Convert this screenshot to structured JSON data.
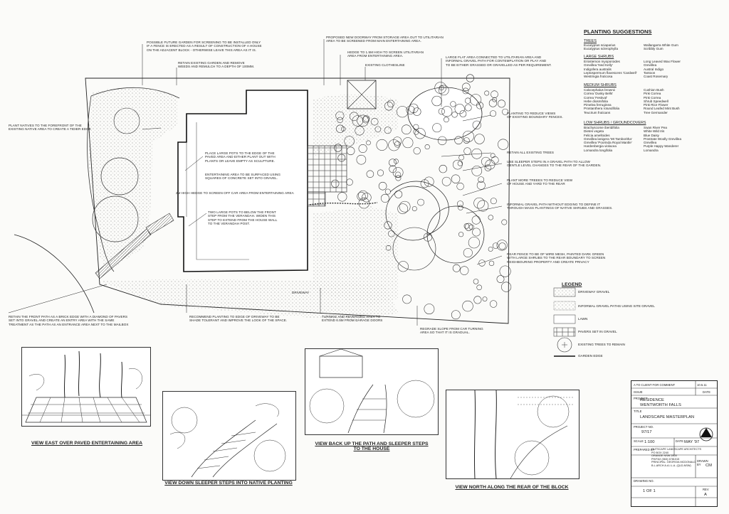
{
  "notes": {
    "future_screening": "POSSIBLE FUTURE GARDEN FOR SCREENING TO BE INSTALLED ONLY\nIF A FENCE IS ERECTED AS A RESULT OF CONSTRUCTION OF A HOUSE\nON THE ADJACENT BLOCK - OTHERWISE LEAVE THIS AREA AS IT IS.",
    "retain_garden": "RETAIN EXISTING GARDEN AND REMOVE\nWEEDS AND REMULCH TO A DEPTH OF 100mm.",
    "new_doorway": "PROPOSED NEW DOORWAY FROM STORAGE AREA OUT TO UTILITARIAN\nAREA TO BE SCREENED FROM MAIN ENTERTAINING AREA.",
    "hedge_15": "HEDGE TO 1.5m HIGH TO SCREEN UTILITARIAN\nAREA FROM ENTERTAINING AREA.",
    "clothesline": "EXISTING CLOTHESLINE",
    "large_flat": "LARGE FLAT AREA CONNECTED TO UTILITARIAN AREA AND\nINFORMAL GRAVEL PATH FOR CONTEMPLATION OR PLAY AND\nTO BE EITHER GRASSED OR GRAVELLED AS PER REQUIREMENT.",
    "plant_natives": "PLANT NATIVES TO THE FOREFRONT OF THE\nEXISTING NATIVE AREA TO CREATE A TIDIER EDGE",
    "planting_reduce": "PLANTING TO REDUCE VIEWS\nOF EXISTING BOUNDARY FENCES.",
    "large_pots": "PLACE LARGE POTS TO THE EDGE OF THE\nPAVED AREA AND EITHER PLANT OUT WITH\nPLANTS OR LEAVE EMPTY AS SCULPTURE.",
    "entertaining": "ENTERTAINING AREA TO BE SURFACED USING\nSQUARES OF CONCRETE SET INTO GRAVEL.",
    "hedge_2m": "2m HIGH HEDGE TO SCREEN OFF CAR AREA FROM ENTERTAINING AREA",
    "retain_trees": "RETAIN ALL EXISTING TREES",
    "sleeper_steps": "USE SLEEPER STEPS IN A GRAVEL PATH TO ALLOW\nGENTLE LEVEL CHANGES TO THE REAR OF THE GARDEN.",
    "more_trees": "PLANT MORE TREEES TO REDUCE VIEW\nOF HOUSE AND YARD TO THE REAR",
    "two_pots": "TWO LARGE POTS TO BELOW THE FRONT\nSTEP FROM THE VERANDAH.  WIDEN THIS\nSTEP TO EXTEND FROM THE HOUSE WALL\nTO THE VERANDAH POST.",
    "informal_path": "INFORMAL GRAVEL PATH WITHOUT EDGING TO DEFINE IT\nTHROUGH MASS PLANTINGS OF NATIVE SHRUBS AND GRASSES.",
    "rear_fence": "REAR FENCE TO BE OF WIRE MESH, PAINTED DARK GREEN\nWITH LARGE SHRUBS TO THE REAR BOUNDARY TO SCREEN\nNEIGHBOURING PROPERTY AND CREATE PRIVACY",
    "driveway": "DRIVEWAY",
    "front_path": "RETAIN THE FRONT PATH AS A BRICK EDGE WITH A DIAMOND OF PAVERS\nSET INTO GRAVEL AND CREATE AN ENTRY AREA WITH THE SAME\nTREATMENT AS THE PATH AS AN ENTRANCE AREA NEXT TO THE MAILBOX",
    "recommend": "RECOMMEND PLANTING TO EDGE OF DRIVEWAY TO BE\nSHADE TOLERANT AND IMPROVE THE LOOK OF THE SPACE.",
    "turning": "TURNING AND REVERSING AREA TO\nEXTEND 6.5m FROM GARAGE DOORS",
    "regrade": "REGRADE SLOPE FROM CAR TURNING\nAREA SO THAT IT IS GRADUAL."
  },
  "planting": {
    "title": "PLANTING SUGGESTIONS",
    "sections": [
      {
        "name": "TREES",
        "left": "Eucalyptus sciaparius\nEucalyptus sclerophylla",
        "right": "Wallangarra White Gum\nScribbly Gum"
      },
      {
        "name": "LARGE SHRUBS",
        "left": "Eriostemon myoporoides\nGrevillea 'Ned Kelly'\nIndigofera australis\nLeptospermum flavescens 'Cardwell'\nWestringia fruticosa",
        "right": "Long Leaved Wax Flower\nGrevillea\nAustral Indigo\nTantoon\nCoast Rosemary"
      },
      {
        "name": "MEDIUM SHRUBS",
        "left": "Calocephalus brownii\nCorrea 'Dusky Bells'\nCorrea 'Festival'\nHebe diosmifolia\nPimelea ferruginea\nProstanthera rotundifolia\nTeucrium fruticans",
        "right": "Cushion Bush\nPink Correa\nPink Correa\nShrub Speedwell\nPink Rice Flower\nRound Leafed Mint Bush\nTree Germander"
      },
      {
        "name": "LOW SHRUBS / GROUNDCOVERS",
        "left": "Brachyscome iberidifolia\nDietes vegeta\nFelicia amelloides\nGrevillea lanigera 'Mt Tamboritha'\nGrevillea 'Poorinda Royal Mantle'\nHardenbergia violacea\nLomandra longifolia",
        "right": "Swan River Pea\nWhite Wild Iris\nBlue Daisy\nProstrate Woolly Grevillea\nGrevillea\nPurple Happy Wanderer\nLomandra"
      }
    ]
  },
  "legend": {
    "title": "LEGEND",
    "items": [
      "DRIVEWAY GRAVEL",
      "INFORMAL GRAVEL PATHS USING SITE GRAVEL",
      "LAWN",
      "PAVERS SET IN GRAVEL",
      "EXISTING TREES TO REMAIN",
      "GARDEN EDGE"
    ]
  },
  "captions": {
    "sketch1": "VIEW EAST OVER PAVED ENTERTAINING AREA",
    "sketch2": "VIEW DOWN SLEEPER STEPS INTO NATIVE PLANTING",
    "sketch3": "VIEW BACK UP THE PATH AND SLEEPER STEPS\nTO THE HOUSE",
    "sketch4": "VIEW NORTH ALONG THE REAR OF THE BLOCK"
  },
  "title_block": {
    "rev_row": "A        TO CLIENT FOR COMMENT",
    "rev_date": "10.5.11",
    "rev_label": "ISSUE",
    "date_label": "DATE",
    "project_label": "PROJECT",
    "project": "RESIDENCE",
    "location": "WENTWORTH FALLS",
    "title_label": "TITLE",
    "title": "LANDSCAPE MASTERPLAN",
    "project_no_label": "PROJECT No.",
    "project_no": "97/17",
    "scale_label": "SCALE",
    "scale": "1:100",
    "date2_label": "DATE",
    "date2": "MAY '97",
    "prepared_label": "PREPARED BY",
    "prepared": "OUTSCAPE LANDSCAPE ARCHITECTS\nPO BOX 2240\nORANGE  NSW  2800\nPH/FAX  (063) 6781015\nPrincipal:  Georgia McDonald\nB.L.Arch  A.A.I.L.A.  (QLD,NSW)",
    "drawn_label": "DRAWN\nBY",
    "drawn": "CM",
    "drawing_no_label": "DRAWING No.",
    "sheet": "1 OF 1",
    "rev_label2": "REV",
    "rev": "A"
  }
}
